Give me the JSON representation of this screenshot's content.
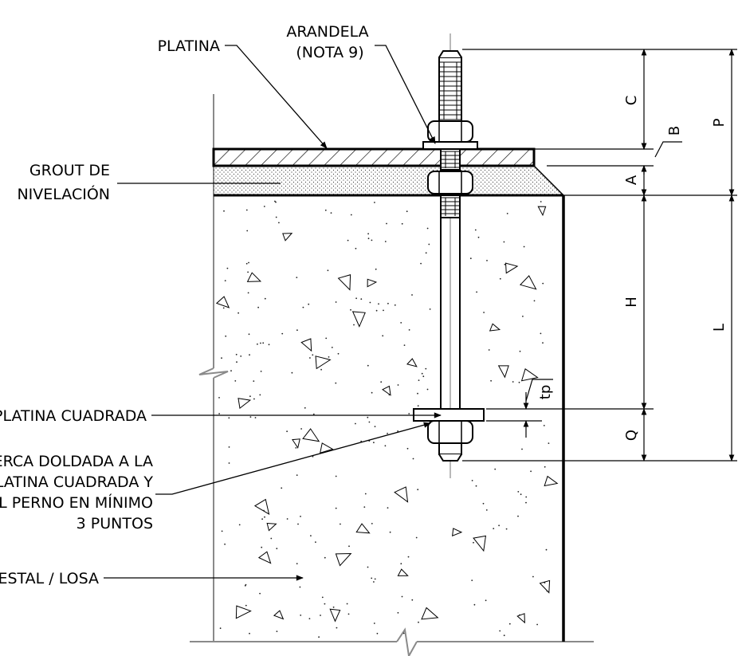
{
  "labels": {
    "platina": "PLATINA",
    "arandela_1": "ARANDELA",
    "arandela_2": "(NOTA 9)",
    "grout_1": "GROUT DE",
    "grout_2": "NIVELACIÓN",
    "platina_cuadrada": "PLATINA CUADRADA",
    "soldadura_1": "TUERCA DOLDADA A LA",
    "soldadura_2": "PLATINA CUADRADA Y",
    "soldadura_3": "AL PERNO EN MÍNIMO",
    "soldadura_4": "3 PUNTOS",
    "pedestal": "PEDESTAL / LOSA"
  },
  "dimensions": {
    "C": "C",
    "B": "B",
    "A": "A",
    "P": "P",
    "H": "H",
    "L": "L",
    "Q": "Q",
    "tp": "tp"
  }
}
